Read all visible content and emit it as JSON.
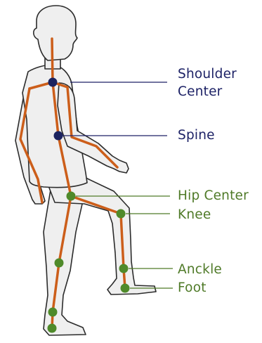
{
  "colors": {
    "body_fill": "#efefef",
    "outline": "#2b2b2b",
    "skeleton": "#cc5e1a",
    "upper_joint": "#1b2360",
    "lower_joint": "#4f8a2a",
    "upper_label": "#1d2266",
    "lower_label": "#4f7a28"
  },
  "labels": {
    "shoulder_center_line1": "Shoulder",
    "shoulder_center_line2": "Center",
    "spine": "Spine",
    "hip_center": "Hip Center",
    "knee": "Knee",
    "anckle": "Anckle",
    "foot": "Foot"
  }
}
